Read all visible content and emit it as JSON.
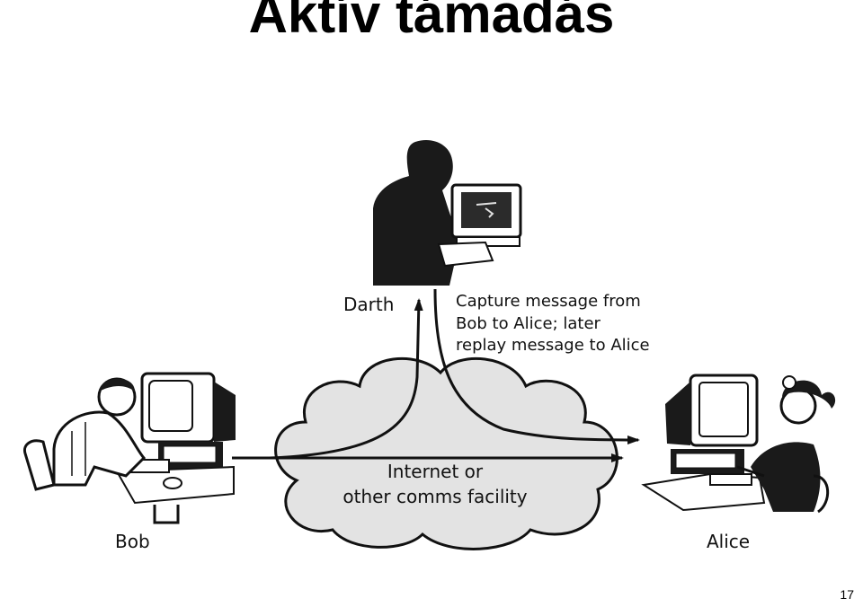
{
  "slide": {
    "title": "Aktív támadás",
    "page_number": "17"
  },
  "diagram": {
    "attacker_label": "Darth",
    "attacker_note_lines": [
      "Capture message from",
      "Bob to Alice; later",
      "replay message to Alice"
    ],
    "cloud_label_lines": [
      "Internet or",
      "other comms facility"
    ],
    "sender_label": "Bob",
    "receiver_label": "Alice"
  }
}
